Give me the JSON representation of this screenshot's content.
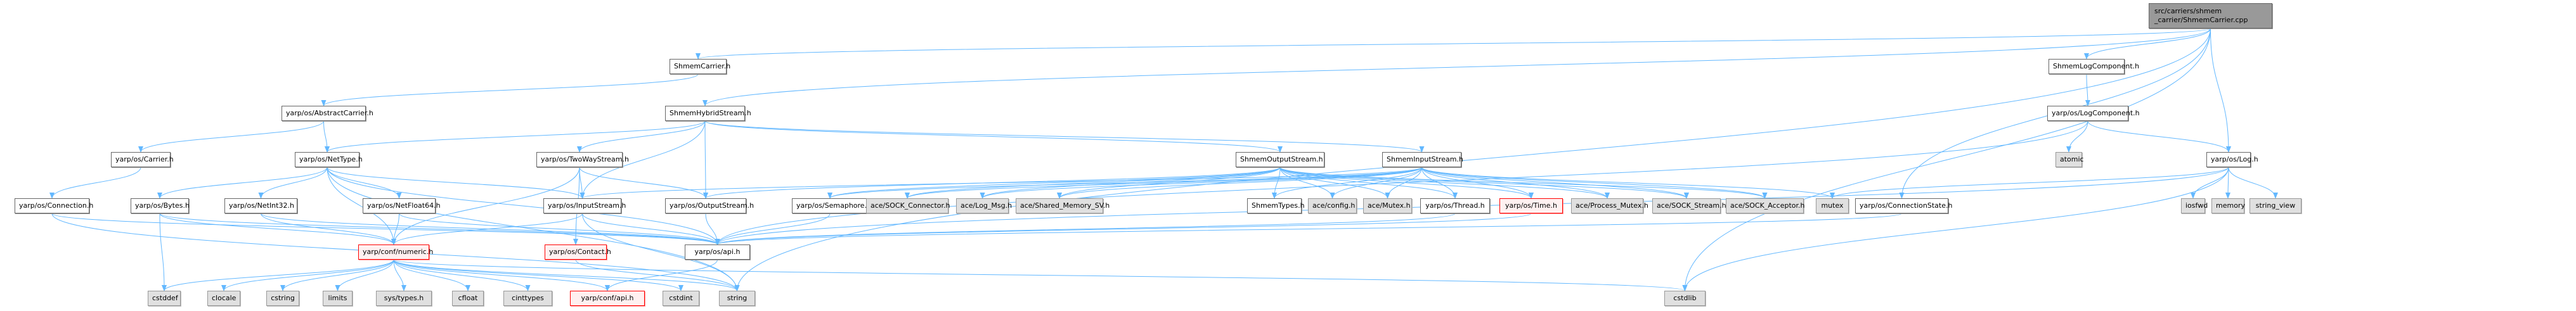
{
  "graph": {
    "title": "Include dependency graph for ShmemCarrier.cpp",
    "edge_color": "#63b8ff",
    "node_styles": {
      "root": {
        "fill": "#999999",
        "border": "#666666"
      },
      "documented": {
        "fill": "#ffffff",
        "border": "#666666"
      },
      "system": {
        "fill": "#e0e0e0",
        "border": "#999999"
      },
      "missing": {
        "fill": "#fff0f0",
        "border": "#ff0000"
      }
    },
    "nodes": [
      {
        "id": "root",
        "label": "src/carriers/shmem\n_carrier/ShmemCarrier.cpp",
        "kind": "root"
      },
      {
        "id": "ShmemCarrier",
        "label": "ShmemCarrier.h",
        "kind": "documented"
      },
      {
        "id": "ShmemHybridStream",
        "label": "ShmemHybridStream.h",
        "kind": "documented"
      },
      {
        "id": "ShmemLogComponent",
        "label": "ShmemLogComponent.h",
        "kind": "documented"
      },
      {
        "id": "AbstractCarrier",
        "label": "yarp/os/AbstractCarrier.h",
        "kind": "documented"
      },
      {
        "id": "LogComponent",
        "label": "yarp/os/LogComponent.h",
        "kind": "documented"
      },
      {
        "id": "Carrier",
        "label": "yarp/os/Carrier.h",
        "kind": "documented"
      },
      {
        "id": "NetType",
        "label": "yarp/os/NetType.h",
        "kind": "documented"
      },
      {
        "id": "TwoWayStream",
        "label": "yarp/os/TwoWayStream.h",
        "kind": "documented"
      },
      {
        "id": "ShmemOutputStream",
        "label": "ShmemOutputStream.h",
        "kind": "documented"
      },
      {
        "id": "ShmemInputStream",
        "label": "ShmemInputStream.h",
        "kind": "documented"
      },
      {
        "id": "atomic",
        "label": "atomic",
        "kind": "system"
      },
      {
        "id": "Log",
        "label": "yarp/os/Log.h",
        "kind": "documented"
      },
      {
        "id": "Connection",
        "label": "yarp/os/Connection.h",
        "kind": "documented"
      },
      {
        "id": "Bytes",
        "label": "yarp/os/Bytes.h",
        "kind": "documented"
      },
      {
        "id": "NetInt32",
        "label": "yarp/os/NetInt32.h",
        "kind": "documented"
      },
      {
        "id": "NetFloat64",
        "label": "yarp/os/NetFloat64.h",
        "kind": "documented"
      },
      {
        "id": "InputStream",
        "label": "yarp/os/InputStream.h",
        "kind": "documented"
      },
      {
        "id": "OutputStream",
        "label": "yarp/os/OutputStream.h",
        "kind": "documented"
      },
      {
        "id": "Semaphore",
        "label": "yarp/os/Semaphore.h",
        "kind": "documented"
      },
      {
        "id": "SOCK_Connector",
        "label": "ace/SOCK_Connector.h",
        "kind": "system"
      },
      {
        "id": "Log_Msg",
        "label": "ace/Log_Msg.h",
        "kind": "system"
      },
      {
        "id": "Shared_Memory_SV",
        "label": "ace/Shared_Memory_SV.h",
        "kind": "system"
      },
      {
        "id": "ShmemTypes",
        "label": "ShmemTypes.h",
        "kind": "documented"
      },
      {
        "id": "ace_config",
        "label": "ace/config.h",
        "kind": "system"
      },
      {
        "id": "ace_Mutex",
        "label": "ace/Mutex.h",
        "kind": "system"
      },
      {
        "id": "Thread",
        "label": "yarp/os/Thread.h",
        "kind": "documented"
      },
      {
        "id": "Time",
        "label": "yarp/os/Time.h",
        "kind": "missing"
      },
      {
        "id": "Process_Mutex",
        "label": "ace/Process_Mutex.h",
        "kind": "system"
      },
      {
        "id": "SOCK_Stream",
        "label": "ace/SOCK_Stream.h",
        "kind": "system"
      },
      {
        "id": "SOCK_Acceptor",
        "label": "ace/SOCK_Acceptor.h",
        "kind": "system"
      },
      {
        "id": "mutex",
        "label": "mutex",
        "kind": "system"
      },
      {
        "id": "ConnectionState",
        "label": "yarp/os/ConnectionState.h",
        "kind": "documented"
      },
      {
        "id": "iosfwd",
        "label": "iosfwd",
        "kind": "system"
      },
      {
        "id": "memory",
        "label": "memory",
        "kind": "system"
      },
      {
        "id": "string_view",
        "label": "string_view",
        "kind": "system"
      },
      {
        "id": "numeric",
        "label": "yarp/conf/numeric.h",
        "kind": "missing"
      },
      {
        "id": "Contact",
        "label": "yarp/os/Contact.h",
        "kind": "missing"
      },
      {
        "id": "os_api",
        "label": "yarp/os/api.h",
        "kind": "documented"
      },
      {
        "id": "cstddef",
        "label": "cstddef",
        "kind": "system"
      },
      {
        "id": "clocale",
        "label": "clocale",
        "kind": "system"
      },
      {
        "id": "cstring",
        "label": "cstring",
        "kind": "system"
      },
      {
        "id": "limits",
        "label": "limits",
        "kind": "system"
      },
      {
        "id": "sys_types",
        "label": "sys/types.h",
        "kind": "system"
      },
      {
        "id": "cfloat",
        "label": "cfloat",
        "kind": "system"
      },
      {
        "id": "cinttypes",
        "label": "cinttypes",
        "kind": "system"
      },
      {
        "id": "conf_api",
        "label": "yarp/conf/api.h",
        "kind": "missing"
      },
      {
        "id": "cstdint",
        "label": "cstdint",
        "kind": "system"
      },
      {
        "id": "string",
        "label": "string",
        "kind": "system"
      },
      {
        "id": "cstdlib",
        "label": "cstdlib",
        "kind": "system"
      }
    ],
    "edges": [
      [
        "root",
        "ShmemCarrier"
      ],
      [
        "root",
        "ShmemHybridStream"
      ],
      [
        "root",
        "ShmemLogComponent"
      ],
      [
        "root",
        "ConnectionState"
      ],
      [
        "root",
        "Log"
      ],
      [
        "root",
        "cstdlib"
      ],
      [
        "root",
        "string"
      ],
      [
        "ShmemCarrier",
        "AbstractCarrier"
      ],
      [
        "AbstractCarrier",
        "Carrier"
      ],
      [
        "AbstractCarrier",
        "NetType"
      ],
      [
        "Carrier",
        "Connection"
      ],
      [
        "NetType",
        "Bytes"
      ],
      [
        "NetType",
        "NetInt32"
      ],
      [
        "NetType",
        "NetFloat64"
      ],
      [
        "NetType",
        "InputStream"
      ],
      [
        "NetType",
        "numeric"
      ],
      [
        "NetType",
        "os_api"
      ],
      [
        "NetType",
        "string"
      ],
      [
        "ShmemHybridStream",
        "NetType"
      ],
      [
        "ShmemHybridStream",
        "TwoWayStream"
      ],
      [
        "ShmemHybridStream",
        "InputStream"
      ],
      [
        "ShmemHybridStream",
        "OutputStream"
      ],
      [
        "ShmemHybridStream",
        "ShmemOutputStream"
      ],
      [
        "ShmemHybridStream",
        "ShmemInputStream"
      ],
      [
        "TwoWayStream",
        "InputStream"
      ],
      [
        "TwoWayStream",
        "OutputStream"
      ],
      [
        "TwoWayStream",
        "Contact"
      ],
      [
        "TwoWayStream",
        "numeric"
      ],
      [
        "ShmemOutputStream",
        "OutputStream"
      ],
      [
        "ShmemOutputStream",
        "Semaphore"
      ],
      [
        "ShmemOutputStream",
        "SOCK_Connector"
      ],
      [
        "ShmemOutputStream",
        "Log_Msg"
      ],
      [
        "ShmemOutputStream",
        "Shared_Memory_SV"
      ],
      [
        "ShmemOutputStream",
        "ShmemTypes"
      ],
      [
        "ShmemOutputStream",
        "ace_config"
      ],
      [
        "ShmemOutputStream",
        "ace_Mutex"
      ],
      [
        "ShmemOutputStream",
        "Thread"
      ],
      [
        "ShmemOutputStream",
        "Time"
      ],
      [
        "ShmemOutputStream",
        "Process_Mutex"
      ],
      [
        "ShmemOutputStream",
        "SOCK_Stream"
      ],
      [
        "ShmemOutputStream",
        "SOCK_Acceptor"
      ],
      [
        "ShmemInputStream",
        "InputStream"
      ],
      [
        "ShmemInputStream",
        "Semaphore"
      ],
      [
        "ShmemInputStream",
        "SOCK_Connector"
      ],
      [
        "ShmemInputStream",
        "Log_Msg"
      ],
      [
        "ShmemInputStream",
        "Shared_Memory_SV"
      ],
      [
        "ShmemInputStream",
        "ShmemTypes"
      ],
      [
        "ShmemInputStream",
        "ace_config"
      ],
      [
        "ShmemInputStream",
        "ace_Mutex"
      ],
      [
        "ShmemInputStream",
        "Thread"
      ],
      [
        "ShmemInputStream",
        "Time"
      ],
      [
        "ShmemInputStream",
        "Process_Mutex"
      ],
      [
        "ShmemInputStream",
        "SOCK_Stream"
      ],
      [
        "ShmemInputStream",
        "SOCK_Acceptor"
      ],
      [
        "ShmemInputStream",
        "mutex"
      ],
      [
        "ShmemLogComponent",
        "LogComponent"
      ],
      [
        "LogComponent",
        "atomic"
      ],
      [
        "LogComponent",
        "Log"
      ],
      [
        "LogComponent",
        "os_api"
      ],
      [
        "Log",
        "mutex"
      ],
      [
        "Log",
        "iosfwd"
      ],
      [
        "Log",
        "memory"
      ],
      [
        "Log",
        "string_view"
      ],
      [
        "Log",
        "os_api"
      ],
      [
        "Log",
        "cstdlib"
      ],
      [
        "ConnectionState",
        "os_api"
      ],
      [
        "Connection",
        "os_api"
      ],
      [
        "Connection",
        "string"
      ],
      [
        "Bytes",
        "cstddef"
      ],
      [
        "Bytes",
        "os_api"
      ],
      [
        "Bytes",
        "numeric"
      ],
      [
        "NetInt32",
        "numeric"
      ],
      [
        "NetInt32",
        "os_api"
      ],
      [
        "NetFloat64",
        "numeric"
      ],
      [
        "NetFloat64",
        "os_api"
      ],
      [
        "InputStream",
        "numeric"
      ],
      [
        "InputStream",
        "os_api"
      ],
      [
        "InputStream",
        "string"
      ],
      [
        "OutputStream",
        "os_api"
      ],
      [
        "Semaphore",
        "os_api"
      ],
      [
        "Thread",
        "os_api"
      ],
      [
        "Time",
        "os_api"
      ],
      [
        "Contact",
        "string"
      ],
      [
        "os_api",
        "conf_api"
      ],
      [
        "numeric",
        "cstddef"
      ],
      [
        "numeric",
        "clocale"
      ],
      [
        "numeric",
        "cstring"
      ],
      [
        "numeric",
        "limits"
      ],
      [
        "numeric",
        "sys_types"
      ],
      [
        "numeric",
        "cfloat"
      ],
      [
        "numeric",
        "cinttypes"
      ],
      [
        "numeric",
        "conf_api"
      ],
      [
        "numeric",
        "cstdint"
      ],
      [
        "numeric",
        "string"
      ],
      [
        "numeric",
        "cstdlib"
      ]
    ]
  }
}
